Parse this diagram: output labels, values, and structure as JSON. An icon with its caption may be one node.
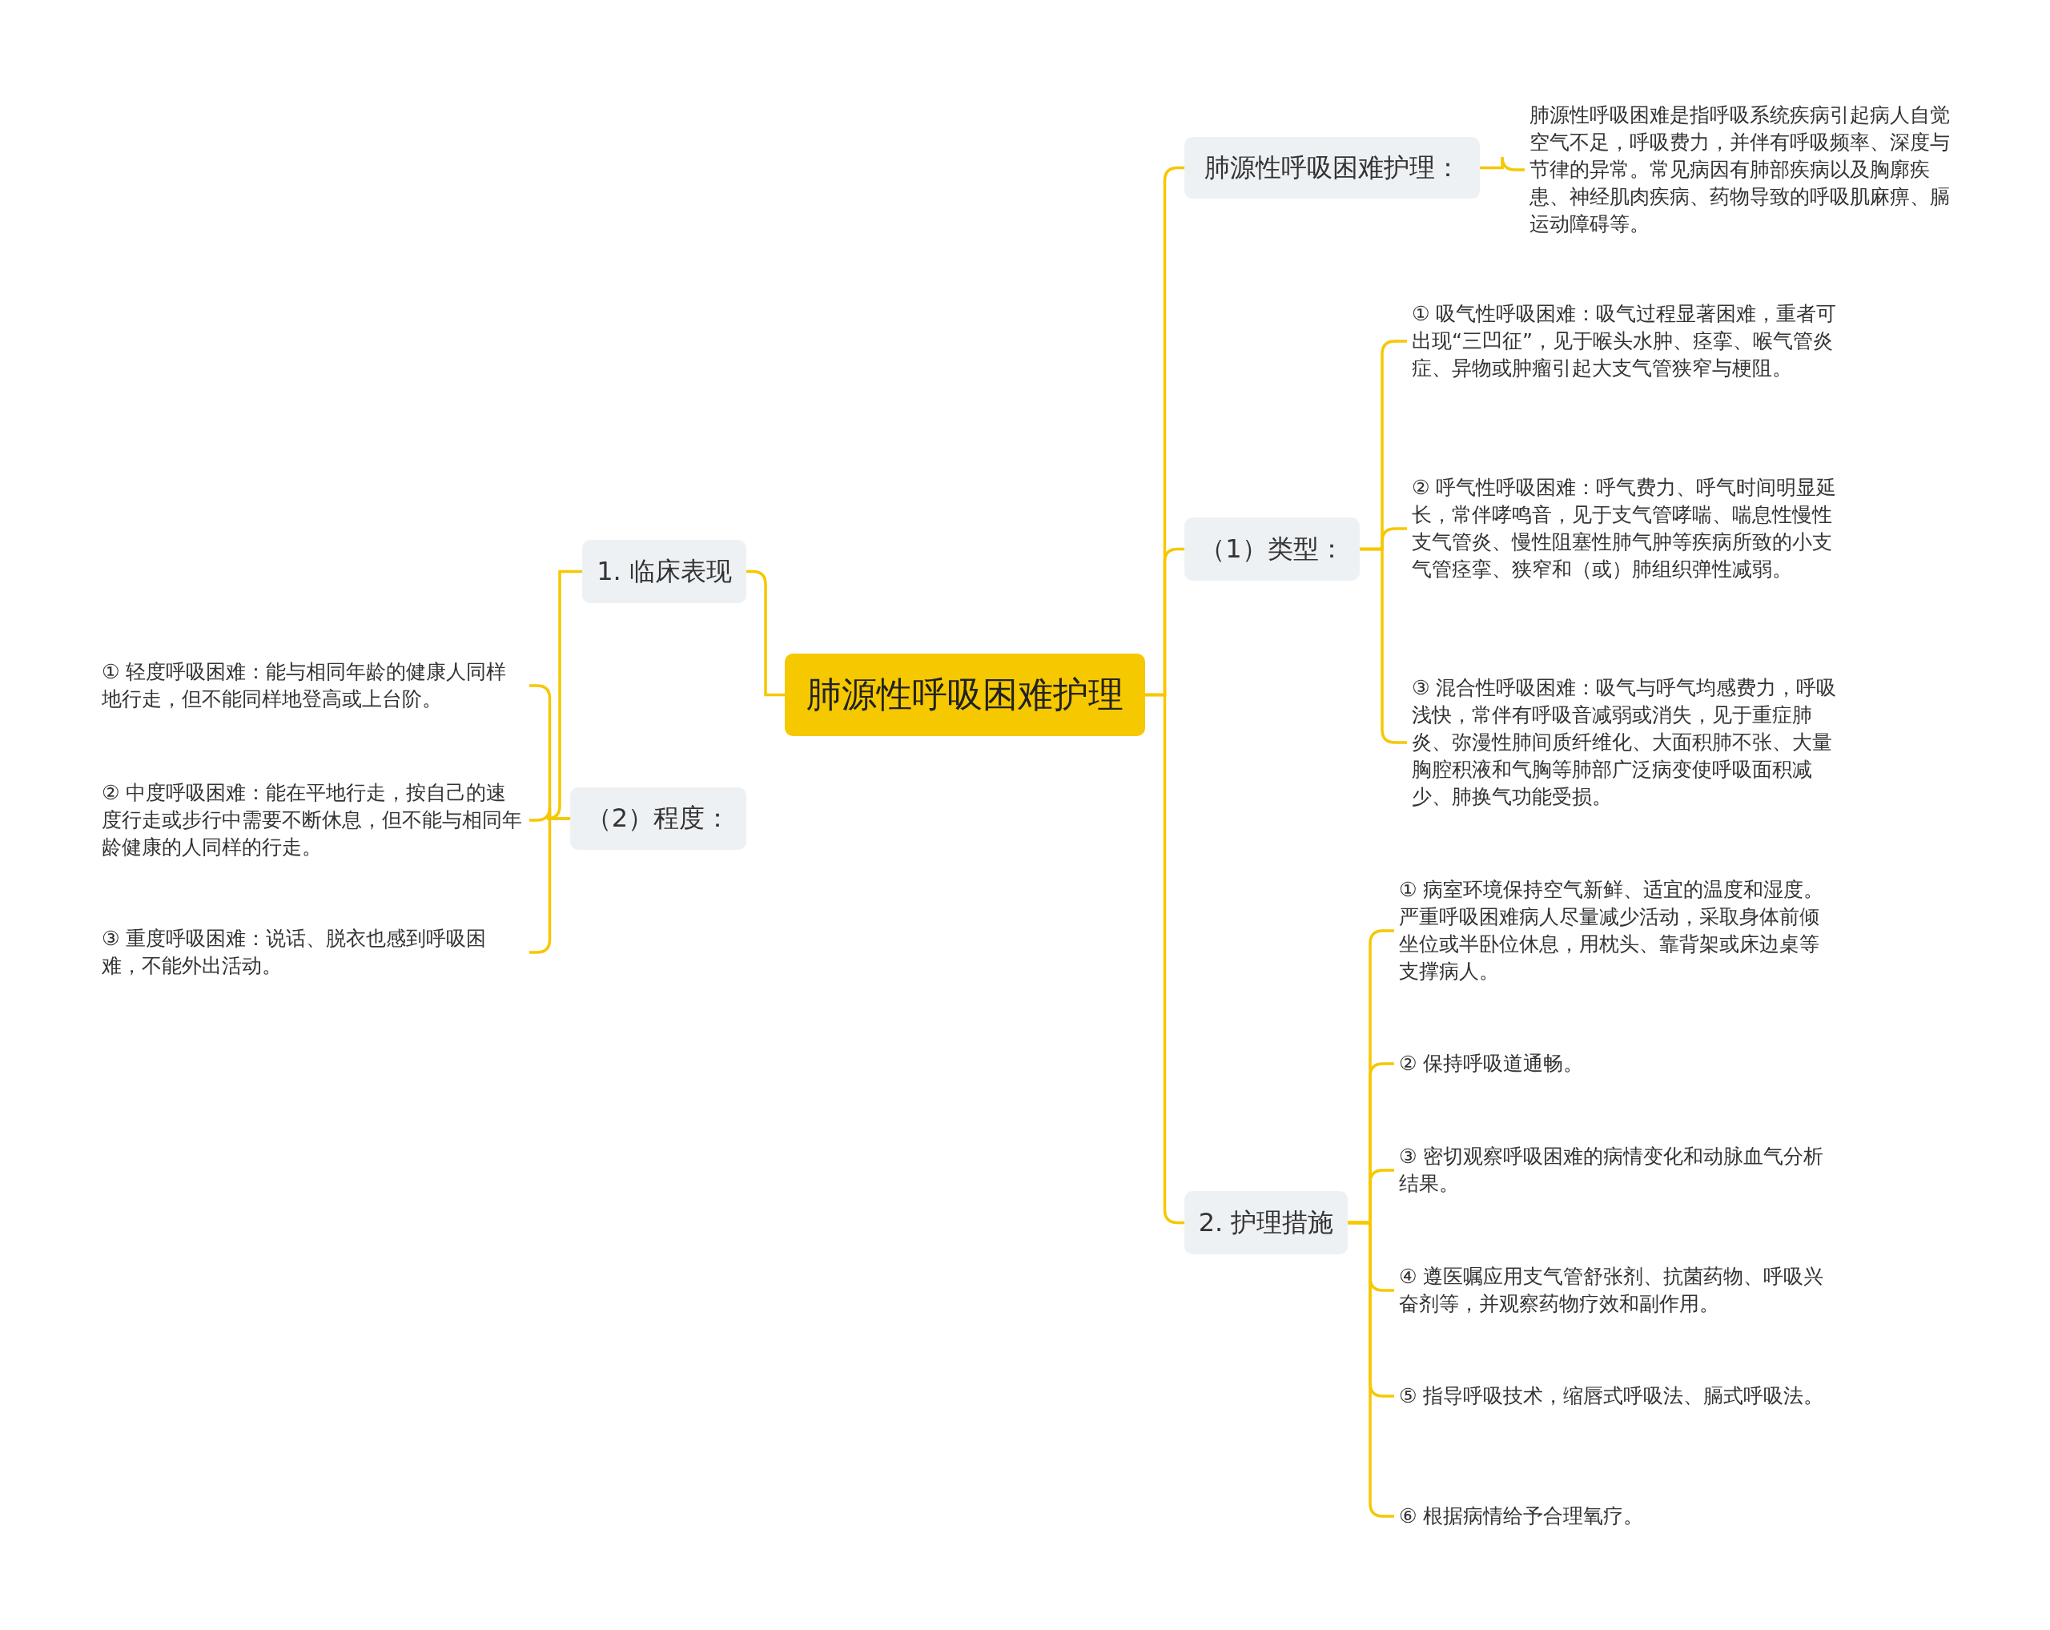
{
  "diagram": {
    "nodes": [
      {
        "text": [
          "肺源性呼吸困难护理"
        ]
      },
      {
        "text": [
          "1. 临床表现"
        ]
      },
      {
        "text": [
          "（2）程度："
        ]
      },
      {
        "text": [
          "① 轻度呼吸困难：能与相同年龄的健康人同样地行走，但不能同样地登高或上台阶。"
        ]
      },
      {
        "text": [
          "② 中度呼吸困难：能在平地行走，按自己的速度行走或步行中需要不断休息，但不能与相同年龄健康的人同样的行走。"
        ]
      },
      {
        "text": [
          "③ 重度呼吸困难：说话、脱衣也感到呼吸困难，不能外出活动。"
        ]
      },
      {
        "text": [
          "肺源性呼吸困难护理："
        ]
      },
      {
        "text": [
          "肺源性呼吸困难是指呼吸系统疾病引起病人自觉空气不足，呼吸费力，并伴有呼吸频率、深度与节律的异常。常见病因有肺部疾病以及胸廓疾患、神经肌肉疾病、药物导致的呼吸肌麻痹、膈运动障碍等。"
        ]
      },
      {
        "text": [
          "（1）类型："
        ]
      },
      {
        "text": [
          "① 吸气性呼吸困难：吸气过程显著困难，重者可出现“三凹征”，见于喉头水肿、痉挛、喉气管炎症、异物或肿瘤引起大支气管狭窄与梗阻。"
        ]
      },
      {
        "text": [
          "② 呼气性呼吸困难：呼气费力、呼气时间明显延长，常伴哮鸣音，见于支气管哮喘、喘息性慢性支气管炎、慢性阻塞性肺气肿等疾病所致的小支气管痉挛、狭窄和（或）肺组织弹性减弱。"
        ]
      },
      {
        "text": [
          "③ 混合性呼吸困难：吸气与呼气均感费力，呼吸浅快，常伴有呼吸音减弱或消失，见于重症肺炎、弥漫性肺间质纤维化、大面积肺不张、大量胸腔积液和气胸等肺部广泛病变使呼吸面积减少、肺换气功能受损。"
        ]
      },
      {
        "text": [
          "2. 护理措施"
        ]
      },
      {
        "text": [
          "① 病室环境保持空气新鲜、适宜的温度和湿度。严重呼吸困难病人尽量减少活动，采取身体前倾坐位或半卧位休息，用枕头、靠背架或床边桌等支撑病人。"
        ]
      },
      {
        "text": [
          "② 保持呼吸道通畅。"
        ]
      },
      {
        "text": [
          "③ 密切观察呼吸困难的病情变化和动脉血气分析结果。"
        ]
      },
      {
        "text": [
          "④ 遵医嘱应用支气管舒张剂、抗菌药物、呼吸兴奋剂等，并观察药物疗效和副作用。"
        ]
      },
      {
        "text": [
          "⑤ 指导呼吸技术，缩唇式呼吸法、膈式呼吸法。"
        ]
      },
      {
        "text": [
          "⑥ 根据病情给予合理氧疗。"
        ]
      }
    ],
    "edges": [
      {
        "from": 0,
        "to": 1,
        "arrow": "none"
      },
      {
        "from": 1,
        "to": 2,
        "arrow": "none"
      },
      {
        "from": 2,
        "to": 3,
        "arrow": "none"
      },
      {
        "from": 2,
        "to": 4,
        "arrow": "none"
      },
      {
        "from": 2,
        "to": 5,
        "arrow": "none"
      },
      {
        "from": 0,
        "to": 6,
        "arrow": "none"
      },
      {
        "from": 6,
        "to": 7,
        "arrow": "none"
      },
      {
        "from": 0,
        "to": 8,
        "arrow": "none"
      },
      {
        "from": 8,
        "to": 9,
        "arrow": "none"
      },
      {
        "from": 8,
        "to": 10,
        "arrow": "none"
      },
      {
        "from": 8,
        "to": 11,
        "arrow": "none"
      },
      {
        "from": 0,
        "to": 12,
        "arrow": "none"
      },
      {
        "from": 12,
        "to": 13,
        "arrow": "none"
      },
      {
        "from": 12,
        "to": 14,
        "arrow": "none"
      },
      {
        "from": 12,
        "to": 15,
        "arrow": "none"
      },
      {
        "from": 12,
        "to": 16,
        "arrow": "none"
      },
      {
        "from": 12,
        "to": 17,
        "arrow": "none"
      },
      {
        "from": 12,
        "to": 18,
        "arrow": "none"
      }
    ]
  }
}
